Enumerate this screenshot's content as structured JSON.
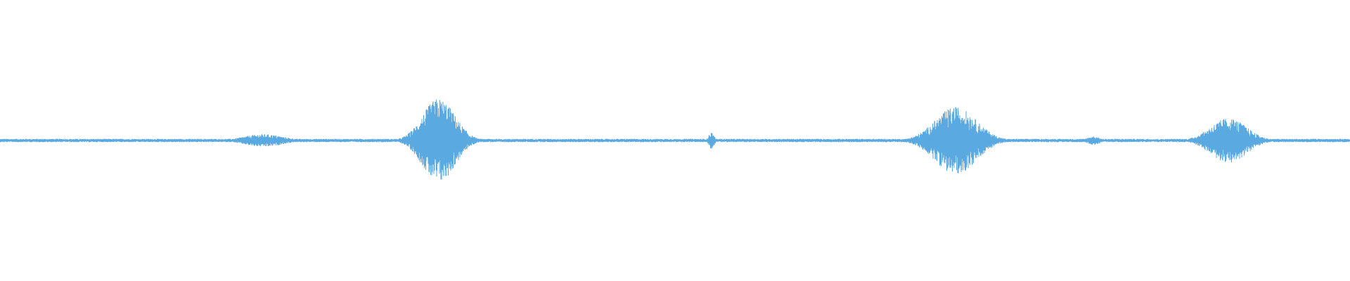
{
  "waveform": {
    "color": "#5aa9e0",
    "background": "#ffffff",
    "baseline_amplitude": 0.012,
    "bursts": [
      {
        "center": 0.195,
        "width": 0.03,
        "peak": 0.045
      },
      {
        "center": 0.325,
        "width": 0.025,
        "peak": 0.3
      },
      {
        "center": 0.527,
        "width": 0.004,
        "peak": 0.06
      },
      {
        "center": 0.708,
        "width": 0.032,
        "peak": 0.24
      },
      {
        "center": 0.81,
        "width": 0.01,
        "peak": 0.03
      },
      {
        "center": 0.91,
        "width": 0.028,
        "peak": 0.16
      }
    ]
  }
}
